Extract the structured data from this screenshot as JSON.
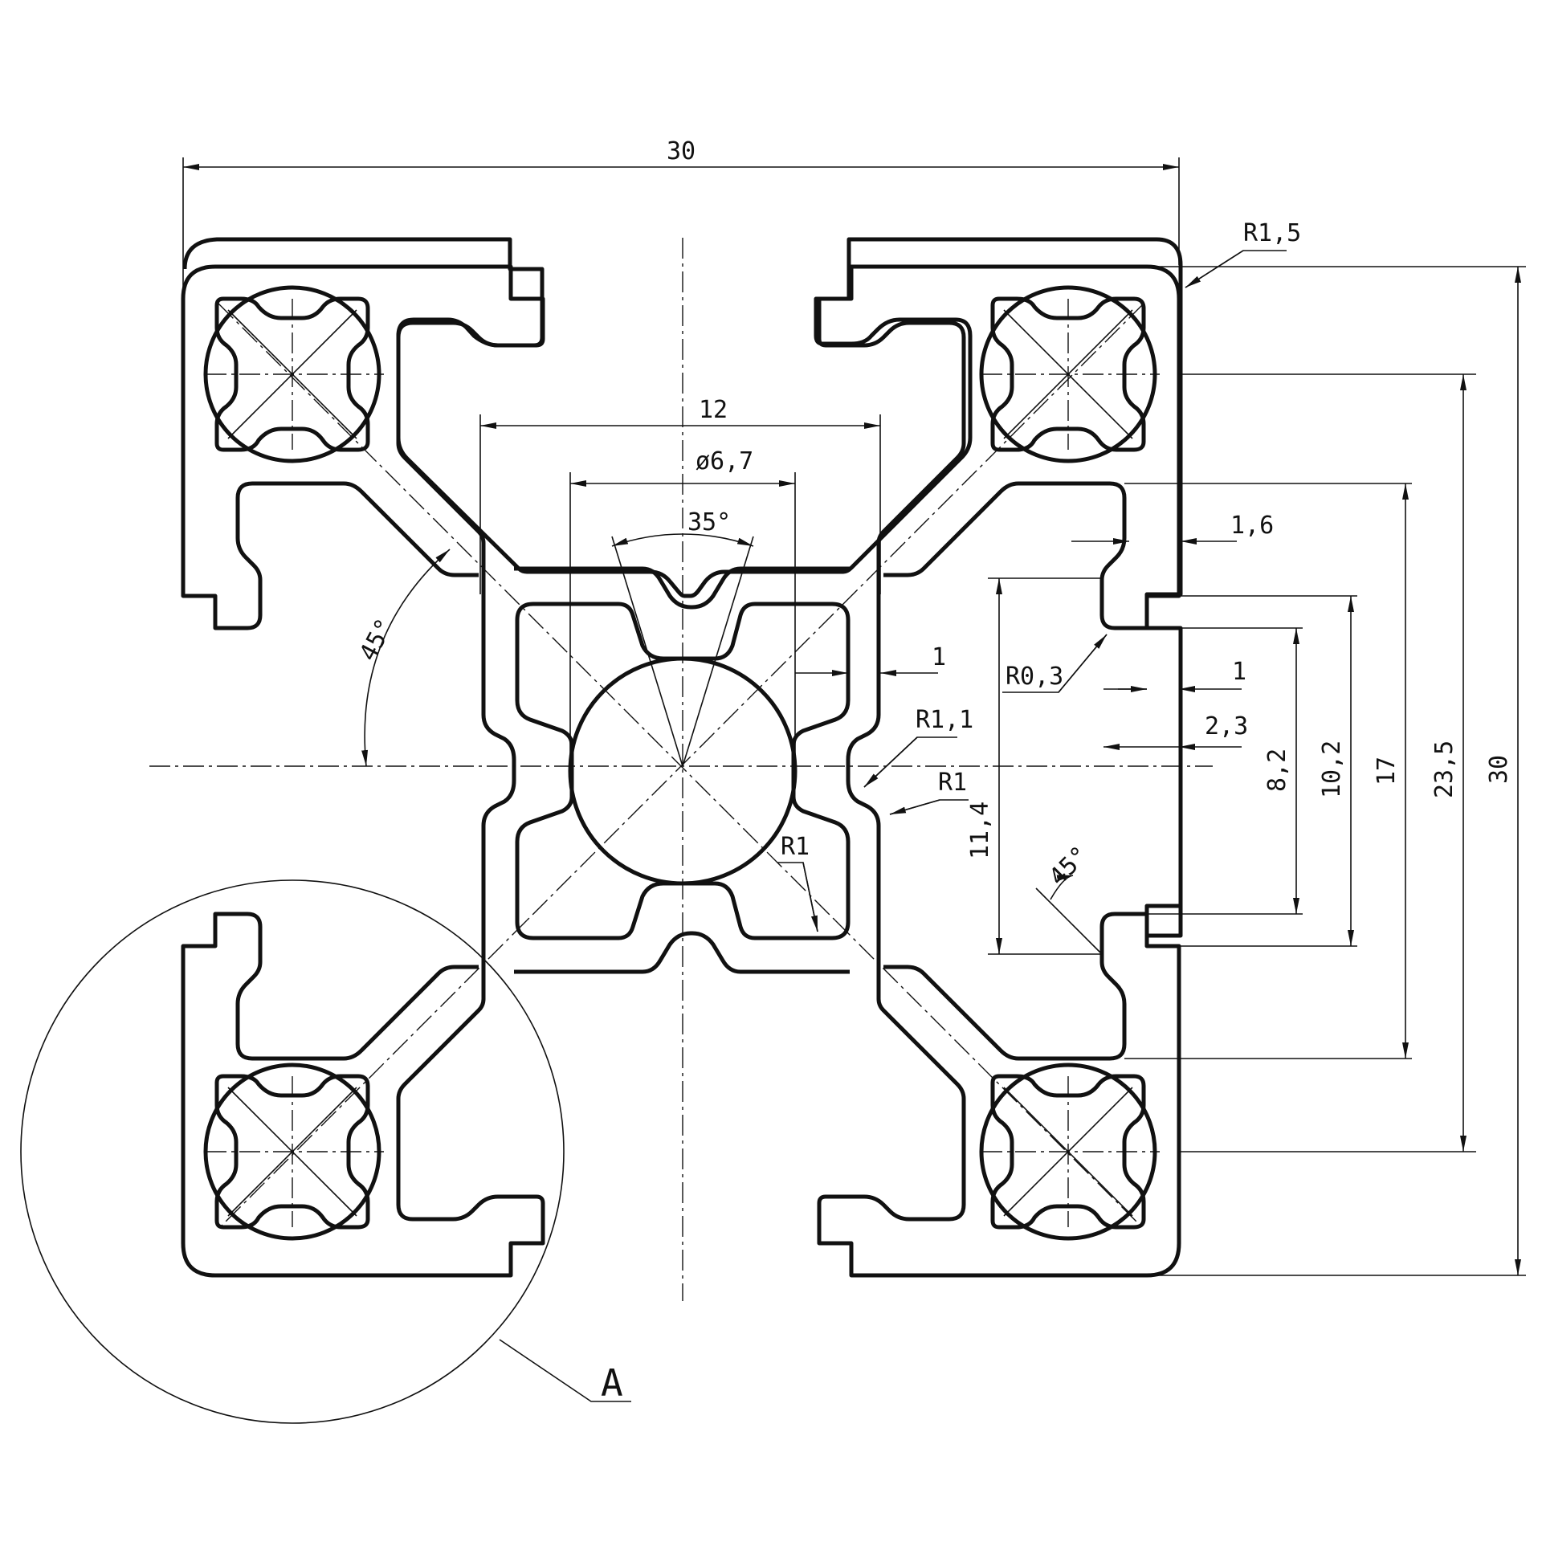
{
  "dimensions": {
    "overall_width": "30",
    "overall_height": "30",
    "slot_center": "12",
    "bore_diameter": "ø6,7",
    "slot_angle": "35°",
    "diagonal_angle": "45°",
    "corner_radius": "R1,5",
    "wall_thickness": "1,6",
    "web_thickness": "1",
    "lip_thickness": "1",
    "slot_depth": "2,3",
    "inner_radius": "R0,3",
    "groove_radius": "R1,1",
    "fillet_radius_a": "R1",
    "fillet_radius_b": "R1",
    "height_11_4": "11,4",
    "height_8_2": "8,2",
    "height_10_2": "10,2",
    "height_17": "17",
    "height_23_5": "23,5",
    "chamfer_angle": "45°"
  },
  "detail_label": "A",
  "colors": {
    "line": "#111111",
    "background": "#ffffff"
  }
}
